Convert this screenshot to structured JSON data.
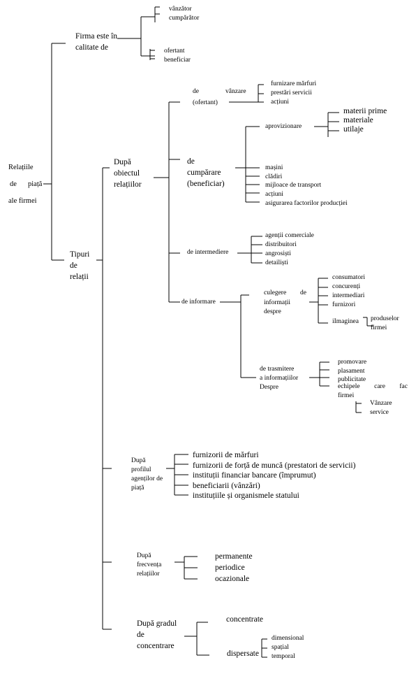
{
  "root": {
    "line1": "Relațiile",
    "line2a": "de",
    "line2b": "piață",
    "line3": "ale firmei"
  },
  "firma": {
    "label": "Firma este în\ncalitate de",
    "group1": "vânzător\ncumpărător",
    "group2": "ofertant\nbeneficiar"
  },
  "tipuri": {
    "label": "Tipuri\nde\nrelații",
    "obiect": {
      "label": "După\nobiectul\nrelațiilor",
      "vanzare": {
        "line1a": "de",
        "line1b": "vânzare",
        "line2": "(ofertant)",
        "items": "furnizare mărfuri\nprestări servicii\nacțiuni"
      },
      "cumparare": {
        "label": "de\ncumpărare\n(beneficiar)",
        "aprovizionare": "aprovizionare",
        "aprov_items": "materii prime\nmateriale\nutilaje",
        "items": "mașini\nclădiri\nmijloace de transport\nacțiuni\nasigurarea factorilor producției"
      },
      "intermediere": {
        "label": "de intermediere",
        "items": "agenții comerciale\ndistribuitori\nangrosiști\ndetailiști"
      },
      "informare": {
        "label": "de informare",
        "culegere": {
          "line1a": "culegere",
          "line1b": "de",
          "line2": "informații\ndespre"
        },
        "culegere_items": "consumatori\nconcurenți\nintermediari\nfurnizori",
        "imaginea": "iImaginea",
        "imaginea_items": "produselor\nfirmei",
        "trasmitere": "de trasmitere\na informațiilor\nDespre",
        "trasmitere_items": "promovare\nplasament\npublicitate",
        "echipele": {
          "w1": "echipele",
          "w2": "care",
          "w3": "fac",
          "line2": "firmei"
        },
        "echipele_items": "Vânzare\nservice"
      }
    },
    "profil": {
      "label": "După\nprofilul\nagenților de\npiață",
      "items": "furnizorii de mărfuri\nfurnizorii de forță de muncă (prestatori de servicii)\ninstituții financiar bancare (împrumut)\nbeneficiarii (vânzări)\ninstituțiile și organismele statului"
    },
    "frecventa": {
      "label": "După\nfrecvența\nrelațiilor",
      "items": "permanente\nperiodice\nocazionale"
    },
    "concentrare": {
      "label": "După gradul\nde\nconcentrare",
      "concentrate": "concentrate",
      "dispersate": "dispersate",
      "dispersate_items": "dimensional\nspațial\ntemporal"
    }
  }
}
